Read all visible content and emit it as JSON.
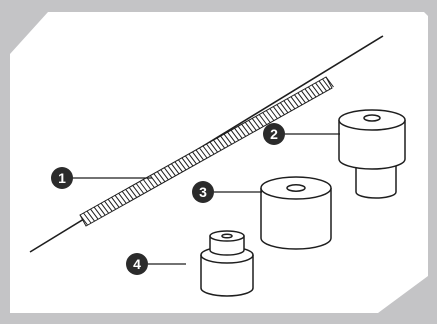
{
  "callouts": [
    {
      "number": "1",
      "part": "spring"
    },
    {
      "number": "2",
      "part": "large-stepped-cap"
    },
    {
      "number": "3",
      "part": "cylindrical-cap"
    },
    {
      "number": "4",
      "part": "small-stepped-cap"
    }
  ],
  "colors": {
    "frame": "#c4c4c6",
    "badge": "#2b2b2b",
    "line": "#1e1e1e",
    "part_fill": "#ffffff"
  }
}
